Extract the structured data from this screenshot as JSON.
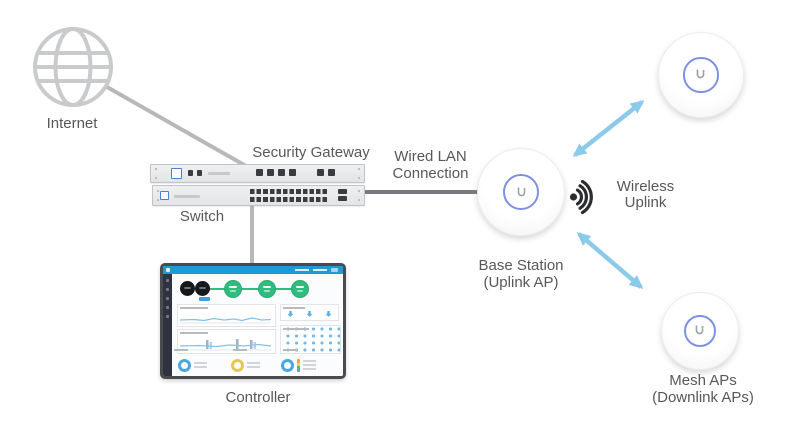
{
  "diagram": {
    "nodes": {
      "internet": {
        "label": "Internet",
        "icon": "globe-icon"
      },
      "security_gateway": {
        "label": "Security Gateway"
      },
      "switch": {
        "label": "Switch"
      },
      "controller": {
        "label": "Controller"
      },
      "base_station": {
        "label_line1": "Base Station",
        "label_line2": "(Uplink AP)"
      },
      "mesh_aps": {
        "label_line1": "Mesh APs",
        "label_line2": "(Downlink APs)"
      }
    },
    "connections": {
      "wired_lan": {
        "label_line1": "Wired LAN",
        "label_line2": "Connection",
        "type": "wired"
      },
      "wireless_uplink": {
        "label_line1": "Wireless",
        "label_line2": "Uplink",
        "type": "wireless",
        "icon": "wifi-signal-icon"
      }
    },
    "colors": {
      "wire_gray": "#b7b8ba",
      "wire_dark_gray": "#7a7b7e",
      "arrow_blue": "#8ccae9",
      "label_text": "#57585b",
      "ap_ring_blue": "#7d90e4",
      "device_body_gray": "#e9eaec",
      "controller_header_blue": "#1e9ad6",
      "controller_green": "#2ebd7f"
    }
  }
}
